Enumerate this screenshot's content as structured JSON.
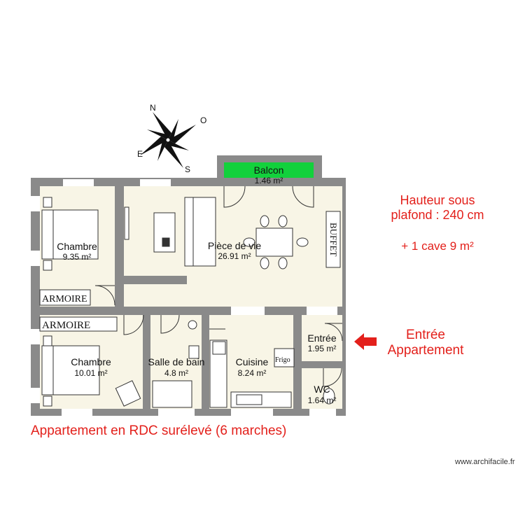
{
  "rooms": {
    "balcon": {
      "name": "Balcon",
      "area": "1.46 m²"
    },
    "chambre1": {
      "name": "Chambre",
      "area": "9.35 m²"
    },
    "piece_de_vie": {
      "name": "Pièce de vie",
      "area": "26.91 m²"
    },
    "chambre2": {
      "name": "Chambre",
      "area": "10.01 m²"
    },
    "salle_de_bain": {
      "name": "Salle de bain",
      "area": "4.8 m²"
    },
    "cuisine": {
      "name": "Cuisine",
      "area": "8.24 m²"
    },
    "entree": {
      "name": "Entrée",
      "area": "1.95 m²"
    },
    "wc": {
      "name": "WC",
      "area": "1.64 m²"
    }
  },
  "furniture": {
    "armoire": "ARMOIRE",
    "buffet": "BUFFET",
    "frigo": "Frigo"
  },
  "compass": {
    "n": "N",
    "e": "E",
    "s": "S",
    "o": "O"
  },
  "notes": {
    "height_line1": "Hauteur sous",
    "height_line2": "plafond : 240 cm",
    "cave": "+ 1 cave 9 m²",
    "entry_line1": "Entrée",
    "entry_line2": "Appartement",
    "footer_title": "Appartement en RDC surélevé (6 marches)"
  },
  "watermark": "www.archifacile.fr",
  "colors": {
    "wall": "#8a8a8a",
    "floor": "#f8f5e6",
    "balcony": "#12d13c",
    "accent_red": "#e3201b"
  }
}
